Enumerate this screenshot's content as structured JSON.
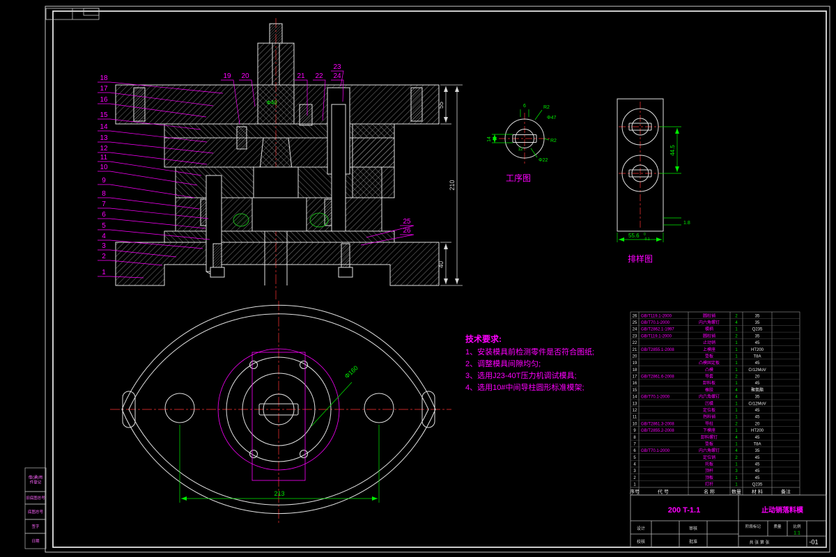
{
  "drawing_meta": {
    "model_code": "200 T-1.1",
    "title": "止动销落料模",
    "corner_code": "-01",
    "stage_label": "阶段标记",
    "mass_label": "质量",
    "scale_label": "比例",
    "scale_value": "1:1",
    "sheet_label": "共 张 第 张",
    "sign_cells": [
      "设计",
      "校核",
      "审核",
      "批准"
    ]
  },
  "margin_boxes": [
    [
      "借(通)用",
      "件登记"
    ],
    [
      "旧底图总号"
    ],
    [
      "底图总号"
    ],
    [
      "签字"
    ],
    [
      "日期"
    ]
  ],
  "views": {
    "section": {
      "callouts_left": [
        "18",
        "17",
        "16",
        "15",
        "14",
        "13",
        "12",
        "11",
        "10",
        "9",
        "8",
        "7",
        "6",
        "5",
        "4",
        "3",
        "2",
        "1"
      ],
      "callouts_top": [
        "19",
        "20",
        "21",
        "22",
        "23",
        "24"
      ],
      "callouts_right": [
        "25",
        "26"
      ],
      "dim_top_plate": "55",
      "dim_total_height": "210",
      "dim_base_height": "40",
      "dim_shank": "Φ40"
    },
    "process": {
      "label": "工序图",
      "dim_flat": "6",
      "dim_r_top": "R2",
      "dim_outer_dia": "Φ47",
      "dim_r_side": "R2",
      "dim_inner_dia": "Φ22",
      "dim_slot": "14",
      "dim_key": "12"
    },
    "strip": {
      "label": "排样图",
      "dim_pitch": "44.5",
      "dim_width": "55.6",
      "dim_width_tol_up": "0",
      "dim_width_tol_dn": "-0.1",
      "dim_bridge": "1.8"
    },
    "plan": {
      "dim_dia": "Φ160",
      "dim_span": "213"
    }
  },
  "tech_requirements": {
    "title": "技术要求:",
    "items": [
      "1、安装模具前检测零件是否符合图纸;",
      "2、调整模具间隙均匀;",
      "3、选用J23-40T压力机调试模具;",
      "4、选用10#中间导柱圆形标准模架;"
    ]
  },
  "bom": {
    "header": {
      "no": "序号",
      "code": "代  号",
      "name": "名  称",
      "qty": "数量",
      "material": "材  料",
      "remark": "备注"
    },
    "rows": [
      {
        "no": "26",
        "code": "GB/T119.1-2000",
        "name": "圆柱销",
        "qty": "2",
        "mat": "35"
      },
      {
        "no": "25",
        "code": "GB/T70.1-2000",
        "name": "内六角螺钉",
        "qty": "4",
        "mat": "35"
      },
      {
        "no": "24",
        "code": "GB/T2862.1-1997",
        "name": "模柄",
        "qty": "1",
        "mat": "Q235"
      },
      {
        "no": "23",
        "code": "GB/T119.1-2000",
        "name": "圆柱销",
        "qty": "2",
        "mat": "35"
      },
      {
        "no": "22",
        "code": "",
        "name": "止动销",
        "qty": "1",
        "mat": "45"
      },
      {
        "no": "21",
        "code": "GB/T2855.1-2008",
        "name": "上模座",
        "qty": "1",
        "mat": "HT200"
      },
      {
        "no": "20",
        "code": "",
        "name": "垫板",
        "qty": "1",
        "mat": "T8A"
      },
      {
        "no": "19",
        "code": "",
        "name": "凸模固定板",
        "qty": "1",
        "mat": "45"
      },
      {
        "no": "18",
        "code": "",
        "name": "凸模",
        "qty": "1",
        "mat": "Cr12MoV"
      },
      {
        "no": "17",
        "code": "GB/T2861.6-2008",
        "name": "导套",
        "qty": "2",
        "mat": "20"
      },
      {
        "no": "16",
        "code": "",
        "name": "卸料板",
        "qty": "1",
        "mat": "45"
      },
      {
        "no": "15",
        "code": "",
        "name": "橡胶",
        "qty": "4",
        "mat": "聚氨酯"
      },
      {
        "no": "14",
        "code": "GB/T70.1-2000",
        "name": "内六角螺钉",
        "qty": "4",
        "mat": "35"
      },
      {
        "no": "13",
        "code": "",
        "name": "凹模",
        "qty": "1",
        "mat": "Cr12MoV"
      },
      {
        "no": "12",
        "code": "",
        "name": "定位板",
        "qty": "1",
        "mat": "45"
      },
      {
        "no": "11",
        "code": "",
        "name": "挡料销",
        "qty": "1",
        "mat": "45"
      },
      {
        "no": "10",
        "code": "GB/T2861.3-2008",
        "name": "导柱",
        "qty": "2",
        "mat": "20"
      },
      {
        "no": "9",
        "code": "GB/T2855.2-2008",
        "name": "下模座",
        "qty": "1",
        "mat": "HT200"
      },
      {
        "no": "8",
        "code": "",
        "name": "卸料螺钉",
        "qty": "4",
        "mat": "45"
      },
      {
        "no": "7",
        "code": "",
        "name": "垫板",
        "qty": "1",
        "mat": "T8A"
      },
      {
        "no": "6",
        "code": "GB/T70.1-2000",
        "name": "内六角螺钉",
        "qty": "4",
        "mat": "35"
      },
      {
        "no": "5",
        "code": "",
        "name": "定位销",
        "qty": "2",
        "mat": "45"
      },
      {
        "no": "4",
        "code": "",
        "name": "托板",
        "qty": "1",
        "mat": "45"
      },
      {
        "no": "3",
        "code": "",
        "name": "顶杆",
        "qty": "3",
        "mat": "45"
      },
      {
        "no": "2",
        "code": "",
        "name": "顶板",
        "qty": "1",
        "mat": "45"
      },
      {
        "no": "1",
        "code": "",
        "name": "打杆",
        "qty": "1",
        "mat": "Q235"
      }
    ]
  }
}
